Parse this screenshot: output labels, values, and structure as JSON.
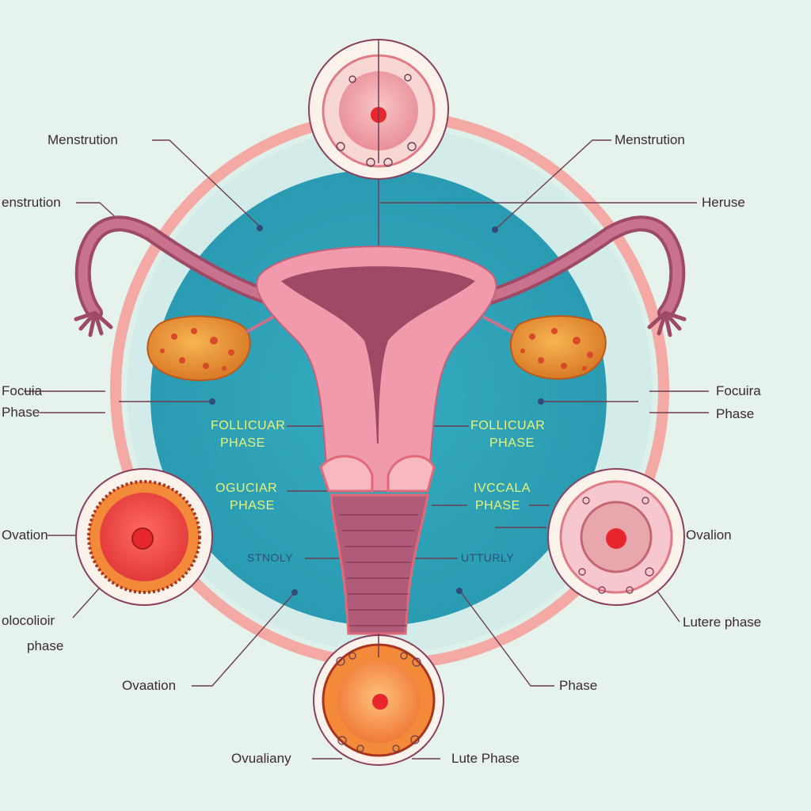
{
  "colors": {
    "background": "#e6f2ec",
    "outer_ring": "#f4a9a4",
    "teal_circle": "#2fa3b8",
    "uterus_pink": "#f09aab",
    "uterus_dark": "#9e4a66",
    "ovary_orange": "#f0a042",
    "label_text": "#3b2a32",
    "inner_label": "#e9f27a"
  },
  "labels": {
    "menstruation_left": "Menstrution",
    "menstruation_right": "Menstrution",
    "menstruation_edge": "enstrution",
    "heruse": "Heruse",
    "follicular_edge_1": "Focuia",
    "follicular_edge_2": "Phase",
    "follicular_right_1": "Focuira",
    "follicular_right_2": "Phase",
    "ovulation_left": "Ovation",
    "ovulation_right": "Ovalion",
    "proliferative_1": "olocolioir",
    "proliferative_2": "phase",
    "luteal_right": "Lutere phase",
    "ovulation_bottom_left": "Ovaation",
    "phase_bottom_right": "Phase",
    "ovulation_bottom": "Ovualiany",
    "luteal_bottom": "Lute Phase"
  },
  "inner_labels": {
    "follicular_left_1": "FOLLICUAR",
    "follicular_left_2": "PHASE",
    "follicular_right_1": "FOLLICUAR",
    "follicular_right_2": "PHASE",
    "ocular_1": "OGUCIAR",
    "ocular_2": "PHASE",
    "ivccala_1": "IVCCALA",
    "ivccala_2": "PHASE",
    "stnoly": "STNOLY",
    "utturly": "UTTURLY"
  },
  "icons": [
    "uterus-illustration",
    "ovary-left",
    "ovary-right",
    "cell-top",
    "cell-left",
    "cell-right",
    "cell-bottom"
  ]
}
